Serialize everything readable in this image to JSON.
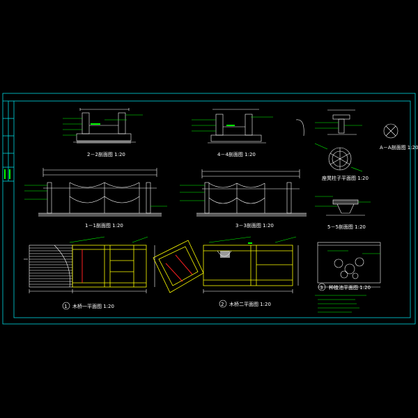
{
  "colors": {
    "background": "#000000",
    "frame": "#00d8e0",
    "lines": "#ffffff",
    "annotation": "#00ff00",
    "paving": "#ffff00",
    "beam": "#ff2020"
  },
  "titles": {
    "s22": "2－2剖面图 1:20",
    "s44": "4－4剖面图 1:20",
    "s11": "1－1剖面图 1:20",
    "s33": "3－3剖面图 1:20",
    "s55": "5－5剖面图 1:20",
    "sAA": "A－A剖面图 1:20",
    "pillar": "座凳柱子平面图 1:20",
    "plan1": "木桥一平面图 1:20",
    "plan2": "木桥二平面图 1:20",
    "plan3": "种植池平面图 1:20",
    "num1": "1",
    "num2": "2",
    "num3": "3"
  }
}
